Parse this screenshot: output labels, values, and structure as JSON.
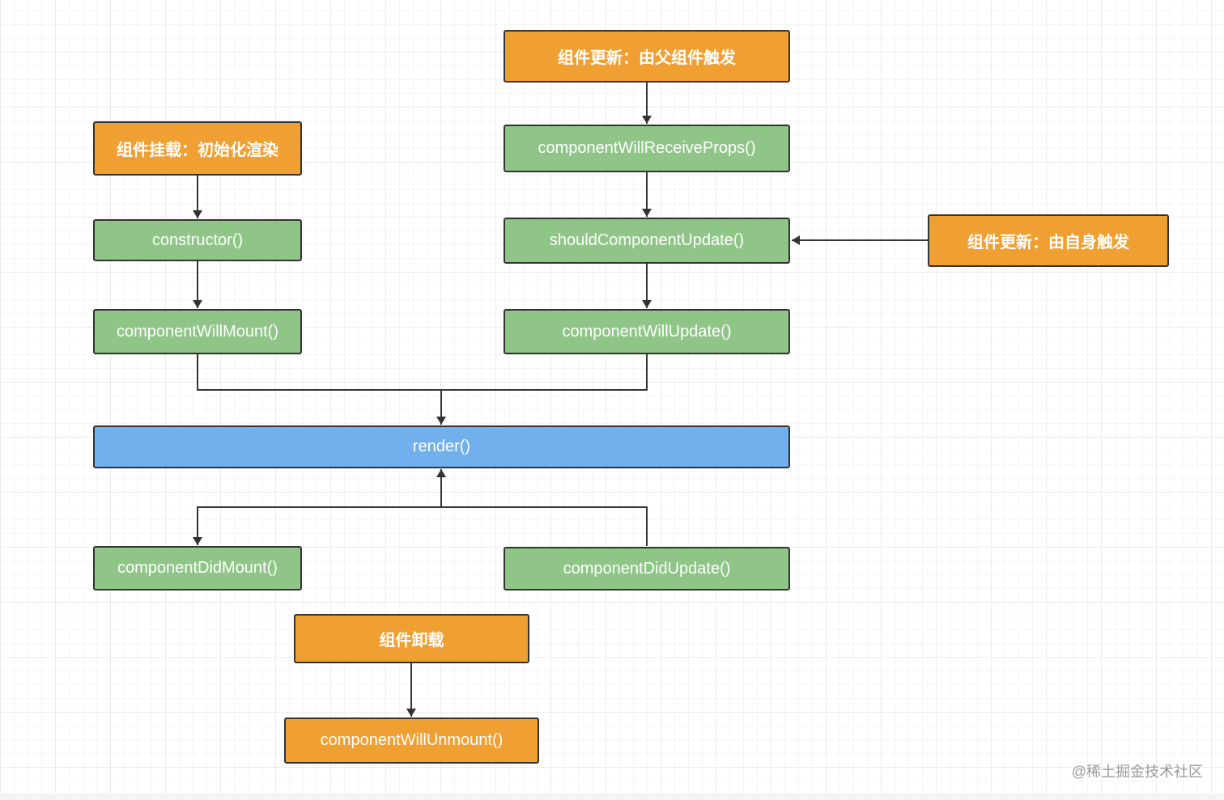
{
  "nodes": {
    "parent_update_trigger": "组件更新：由父组件触发",
    "mount_trigger": "组件挂载：初始化渲染",
    "self_update_trigger": "组件更新：由自身触发",
    "unmount_trigger": "组件卸载",
    "constructor": "constructor()",
    "component_will_mount": "componentWillMount()",
    "component_will_receive_props": "componentWillReceiveProps()",
    "should_component_update": "shouldComponentUpdate()",
    "component_will_update": "componentWillUpdate()",
    "render": "render()",
    "component_did_mount": "componentDidMount()",
    "component_did_update": "componentDidUpdate()",
    "component_will_unmount": "componentWillUnmount()"
  },
  "colors": {
    "trigger": "#f0a033",
    "lifecycle_method": "#8fc587",
    "render": "#71b0ec",
    "edge": "#333333"
  },
  "watermark": "@稀土掘金技术社区"
}
